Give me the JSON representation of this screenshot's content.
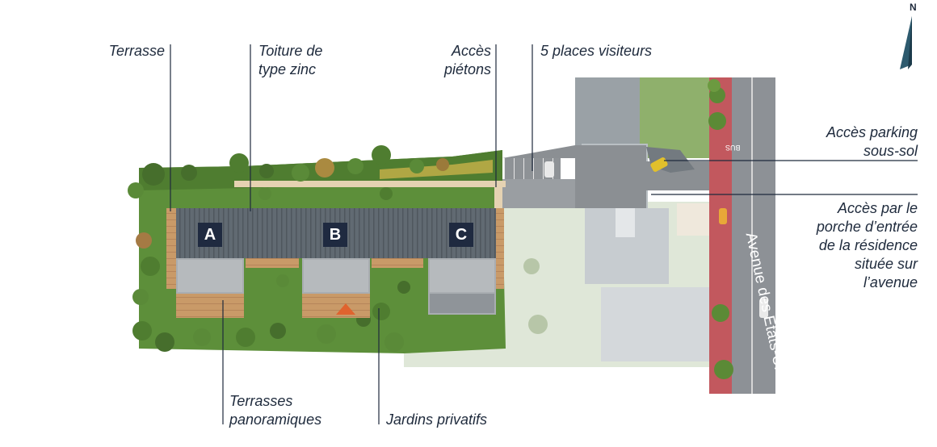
{
  "compass": {
    "label": "N"
  },
  "buildings": {
    "a": "A",
    "b": "B",
    "c": "C"
  },
  "street": {
    "name": "Avenue des Etats-Unis",
    "bus_mark": "BUS"
  },
  "labels": {
    "terrasse": "Terrasse",
    "toiture_1": "Toiture de",
    "toiture_2": "type zinc",
    "acces_pietons_1": "Accès",
    "acces_pietons_2": "piétons",
    "places_visiteurs": "5 places visiteurs",
    "parking_1": "Accès parking",
    "parking_2": "sous-sol",
    "porche_1": "Accès par le",
    "porche_2": "porche d’entrée",
    "porche_3": "de la résidence",
    "porche_4": "située sur",
    "porche_5": "l’avenue",
    "terrasses_pano_1": "Terrasses",
    "terrasses_pano_2": "panoramiques",
    "jardins": "Jardins privatifs"
  },
  "colors": {
    "text": "#1e2a3c",
    "lawn": "#5d8f3a",
    "roof_zinc": "#5f6870",
    "terrace": "#c99a68",
    "badge": "#1f2a40"
  }
}
